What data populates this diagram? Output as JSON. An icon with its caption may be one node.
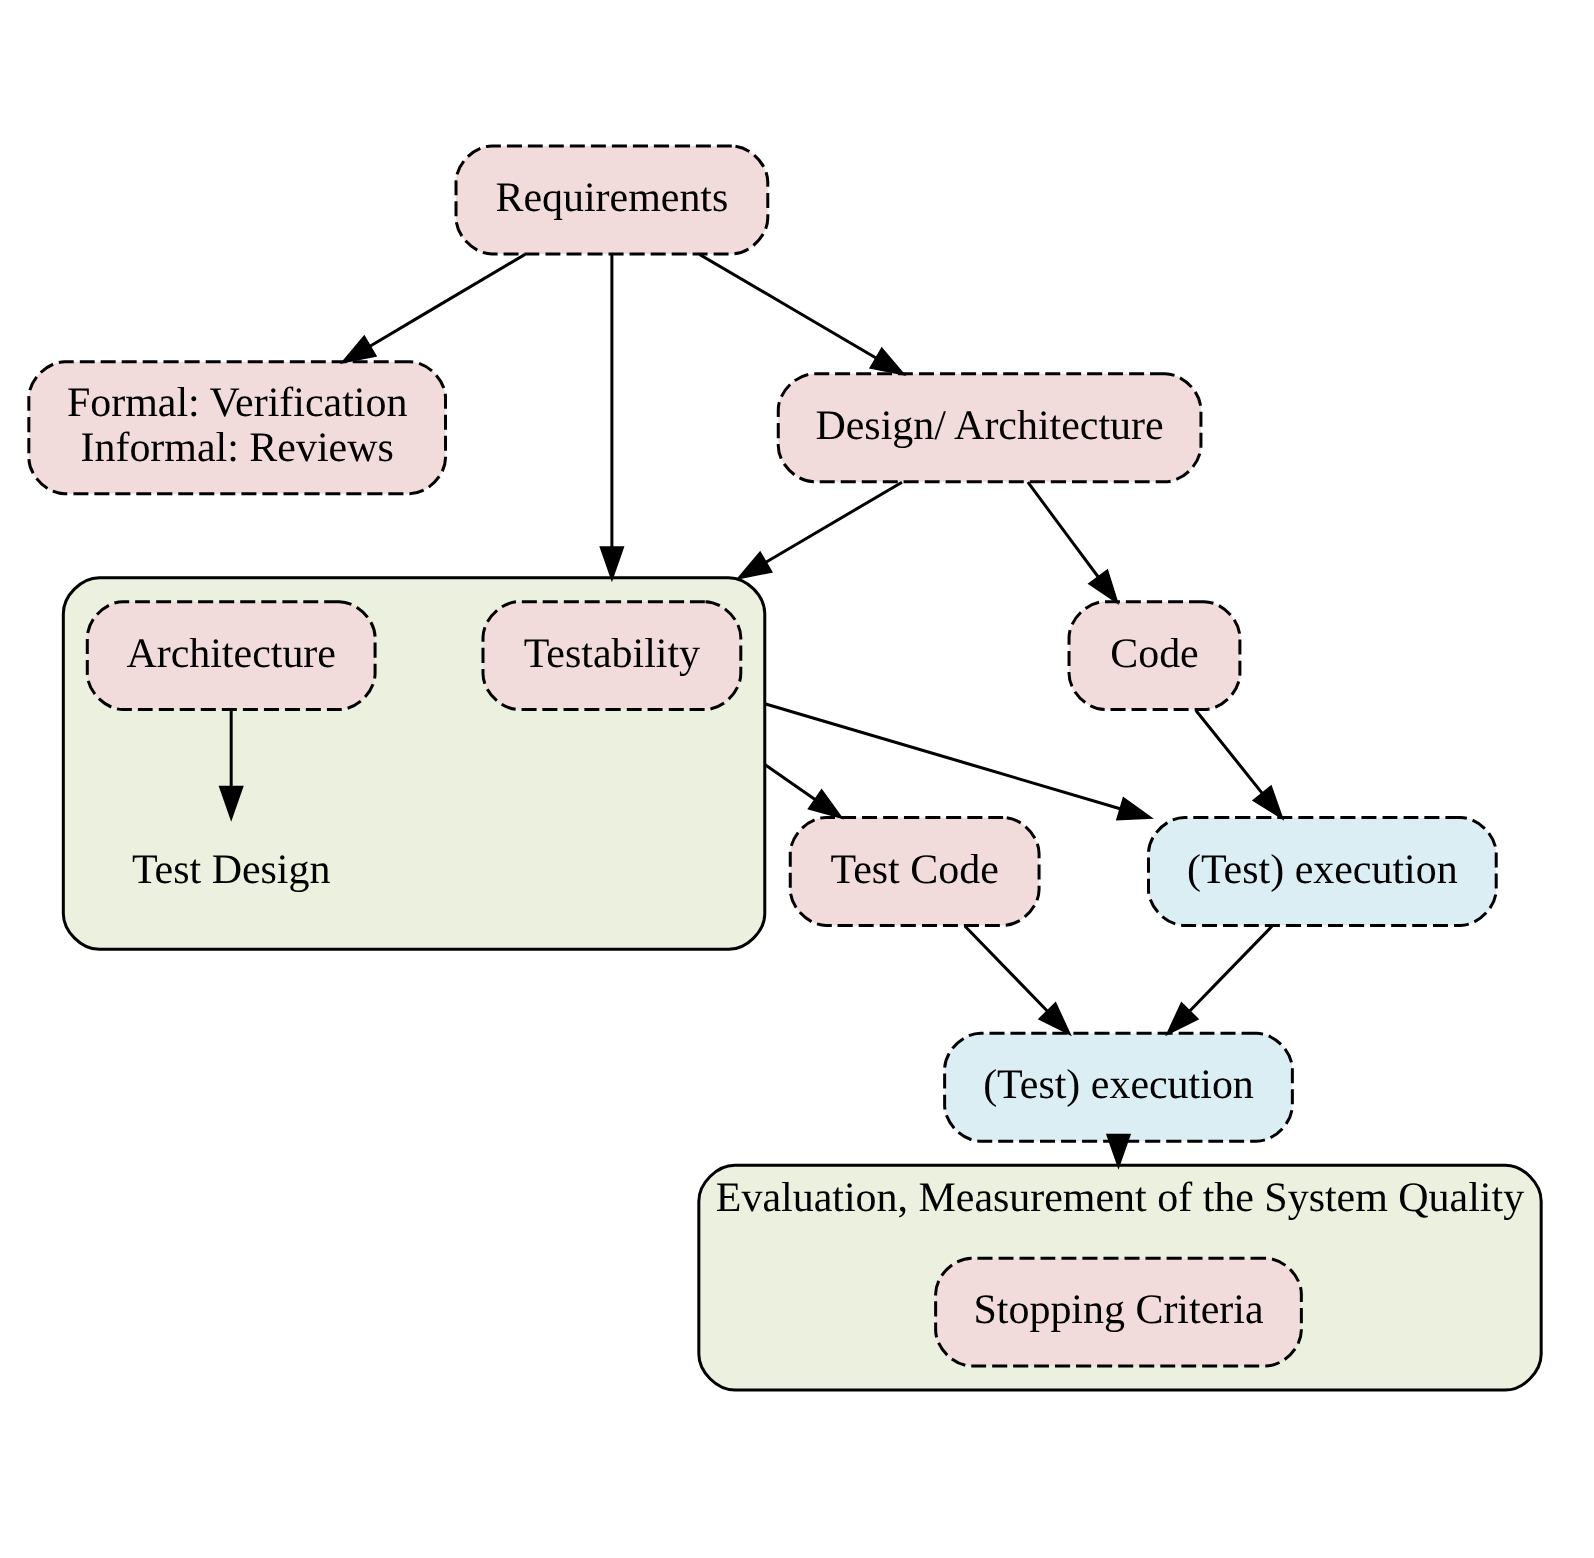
{
  "diagram": {
    "nodes": [
      {
        "text": [
          "Requirements"
        ]
      },
      {
        "text": [
          "Formal: Verification",
          "Informal: Reviews"
        ]
      },
      {
        "text": [
          "Design/ Architecture"
        ]
      },
      {
        "text": [],
        "shape": "box"
      },
      {
        "text": [
          "Testability"
        ],
        "in": 3
      },
      {
        "text": [
          "Architecture"
        ],
        "in": 3
      },
      {
        "text": [
          "Test Design"
        ],
        "in": 3
      },
      {
        "text": [
          "Code"
        ]
      },
      {
        "text": [
          "(Test) execution"
        ]
      },
      {
        "text": [
          "Test Code"
        ]
      },
      {
        "text": [
          "(Test) execution"
        ]
      },
      {
        "text": [
          "Evaluation, Measurement of the System Quality"
        ]
      },
      {
        "text": [
          "Stopping Criteria"
        ],
        "in": 11
      }
    ],
    "edges": [
      {
        "from": 0,
        "to": 1,
        "arrow": "to"
      },
      {
        "from": 0,
        "to": 2,
        "arrow": "to"
      },
      {
        "from": 0,
        "to": 3,
        "arrow": "to"
      },
      {
        "from": 2,
        "to": 7,
        "arrow": "to"
      },
      {
        "from": 2,
        "to": 3,
        "arrow": "to"
      },
      {
        "from": 5,
        "to": 6,
        "arrow": "to"
      },
      {
        "from": 7,
        "to": 8,
        "arrow": "to"
      },
      {
        "from": 3,
        "to": 8,
        "arrow": "to"
      },
      {
        "from": 3,
        "to": 9,
        "arrow": "to"
      },
      {
        "from": 8,
        "to": 10,
        "arrow": "to"
      },
      {
        "from": 9,
        "to": 10,
        "arrow": "to"
      },
      {
        "from": 10,
        "to": 11,
        "arrow": "to"
      }
    ]
  }
}
